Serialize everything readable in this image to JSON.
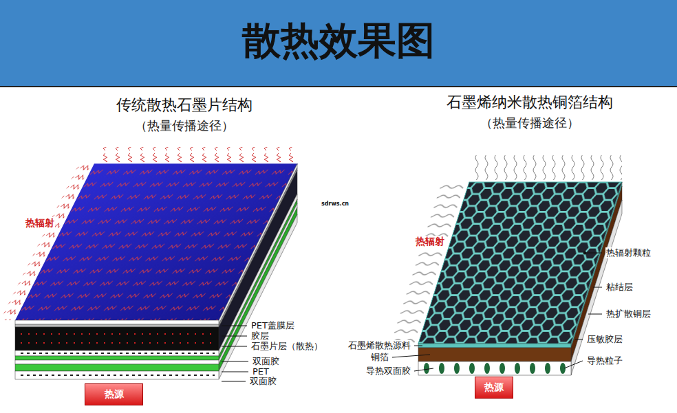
{
  "diagram": {
    "title": "散热效果图",
    "nodes": [
      {
        "text": [
          "热源"
        ]
      },
      {
        "text": [
          "热源"
        ]
      }
    ],
    "labels": [
      "传统散热石墨片结构",
      "（热量传播途径）",
      "热辐射",
      "PET盖膜层",
      "胶层",
      "石墨片层（散热）",
      "双面胶",
      "PET",
      "双面胶",
      "sdrws.cn",
      "石墨烯纳米散热铜箔结构",
      "（热量传播途径）",
      "热辐射",
      "热辐射颗粒",
      "粘结层",
      "热扩散铜层",
      "压敏胶层",
      "导热粒子",
      "石墨烯散热源料",
      "铜箔",
      "导热双面胶"
    ]
  }
}
